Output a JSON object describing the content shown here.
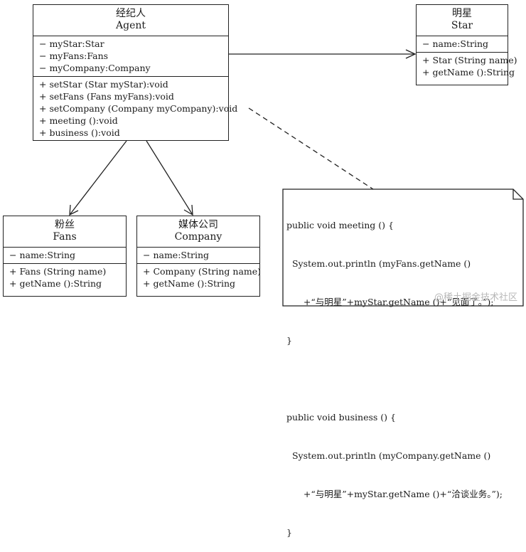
{
  "agent": {
    "name_cn": "经纪人",
    "name_en": "Agent",
    "attributes": [
      "− myStar:Star",
      "− myFans:Fans",
      "− myCompany:Company"
    ],
    "operations": [
      "+ setStar (Star myStar):void",
      "+ setFans (Fans myFans):void",
      "+ setCompany (Company myCompany):void",
      "+ meeting ():void",
      "+ business ():void"
    ]
  },
  "star": {
    "name_cn": "明星",
    "name_en": "Star",
    "attributes": [
      "− name:String"
    ],
    "operations": [
      "+ Star (String name)",
      "+ getName ():String"
    ]
  },
  "fans": {
    "name_cn": "粉丝",
    "name_en": "Fans",
    "attributes": [
      "− name:String"
    ],
    "operations": [
      "+ Fans (String name)",
      "+ getName ():String"
    ]
  },
  "company": {
    "name_cn": "媒体公司",
    "name_en": "Company",
    "attributes": [
      "− name:String"
    ],
    "operations": [
      "+ Company (String name)",
      "+ getName ():String"
    ]
  },
  "note": {
    "lines": [
      "public void meeting () {",
      "  System.out.println (myFans.getName ()",
      "      +“与明星”+myStar.getName ()+“见面了。”);",
      "}",
      "",
      "public void business () {",
      "  System.out.println (myCompany.getName ()",
      "      +“与明星”+myStar.getName ()+“洽谈业务。”);",
      "}"
    ]
  },
  "watermark": "@稀土掘金技术社区"
}
